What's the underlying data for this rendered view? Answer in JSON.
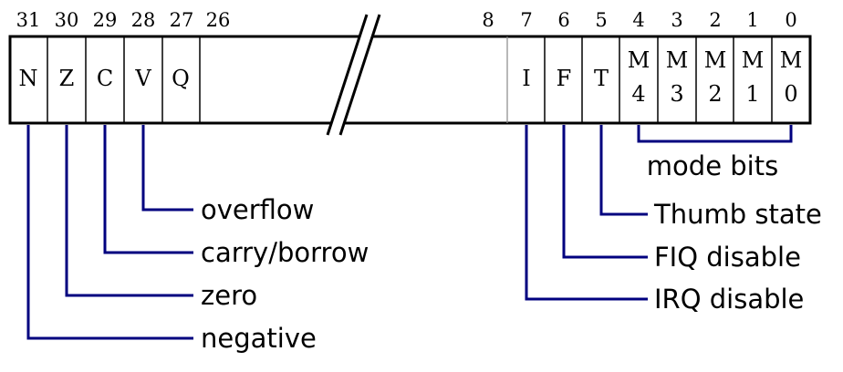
{
  "bit_numbers": [
    "31",
    "30",
    "29",
    "28",
    "27",
    "26",
    "8",
    "7",
    "6",
    "5",
    "4",
    "3",
    "2",
    "1",
    "0"
  ],
  "high_flags": [
    "N",
    "Z",
    "C",
    "V",
    "Q"
  ],
  "low_flags": [
    "I",
    "F",
    "T"
  ],
  "mode_cells": [
    {
      "top": "M",
      "bottom": "4"
    },
    {
      "top": "M",
      "bottom": "3"
    },
    {
      "top": "M",
      "bottom": "2"
    },
    {
      "top": "M",
      "bottom": "1"
    },
    {
      "top": "M",
      "bottom": "0"
    }
  ],
  "labels": {
    "overflow": "overflow",
    "carry": "carry/borrow",
    "zero": "zero",
    "negative": "negative",
    "thumb": "Thumb state",
    "fiq": "FIQ disable",
    "irq": "IRQ disable",
    "mode_bits": "mode bits"
  },
  "colors": {
    "leader": "#00007f",
    "outline": "#000000"
  }
}
